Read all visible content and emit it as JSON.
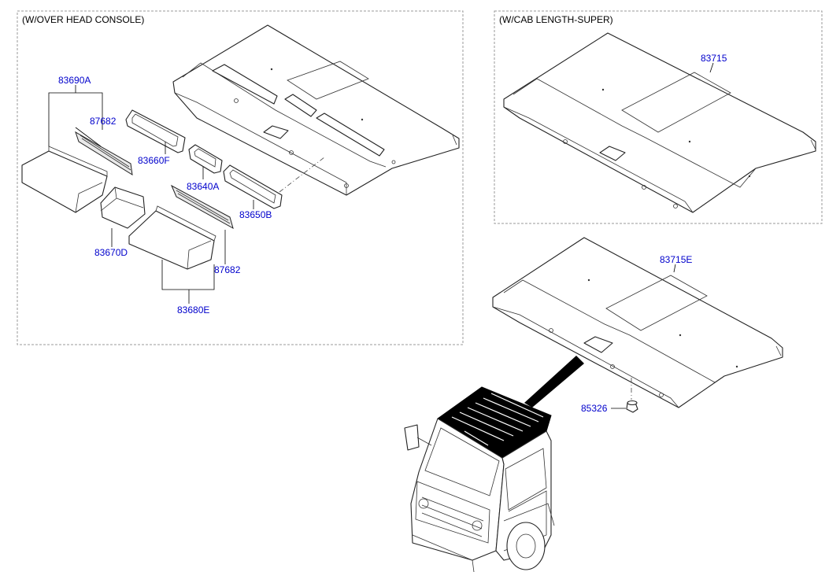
{
  "panels": {
    "overhead_console": {
      "title": "(W/OVER HEAD CONSOLE)"
    },
    "cab_length_super": {
      "title": "(W/CAB LENGTH-SUPER)"
    }
  },
  "part_labels": {
    "p83690A": "83690A",
    "p87682_top": "87682",
    "p83660F": "83660F",
    "p83640A": "83640A",
    "p83650B": "83650B",
    "p83670D": "83670D",
    "p87682_bottom": "87682",
    "p83680E": "83680E",
    "p83715": "83715",
    "p83715E": "83715E",
    "p85326": "85326"
  },
  "colors": {
    "label": "#0000cc",
    "line": "#222222",
    "frame": "#9a9a9a",
    "roof_highlight": "#000000"
  }
}
